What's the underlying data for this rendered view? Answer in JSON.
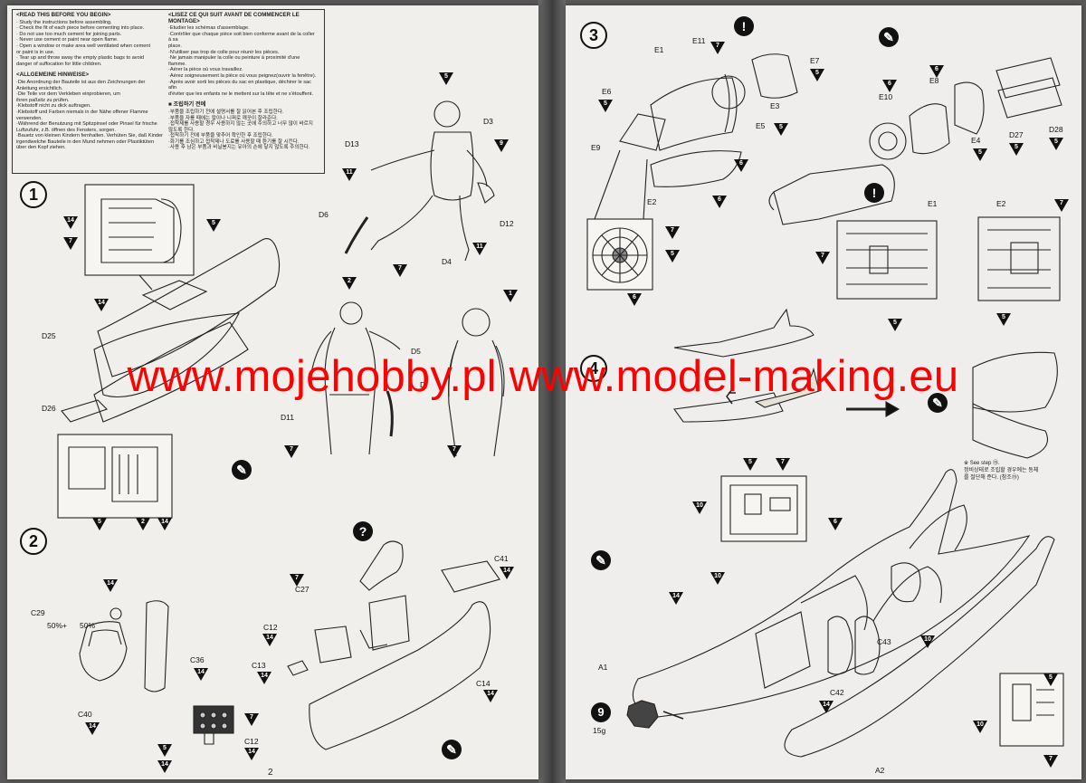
{
  "notes": {
    "en_title": "<READ THIS BEFORE YOU BEGIN>",
    "en_lines": [
      "· Study the instructions before assembling.",
      "· Check the fit of each piece before cementing into place.",
      "· Do not use too much cement for joining parts.",
      "· Never use cement or paint near open flame.",
      "· Open a window or make area well ventilated when cement",
      "  or paint is in use.",
      "· Tear up and throw away the empty plastic bags to avoid",
      "  danger of suffocation for little children."
    ],
    "de_title": "<ALLGEMEINE HINWEISE>",
    "de_lines": [
      "·Die Anordnung der Bauteile ist aus den Zeichnungen der",
      "  Anleitung ersichtlich.",
      "·Die Teile vor dem Verkleben einprobieren, um",
      "  ihren paßsitz zu prüfen.",
      "·Klebstoff nicht zu dick auftragen.",
      "·Klebstoff und Farben niemals in der Nähe offener Flamme",
      "  verwenden.",
      "·Während der Benutzung mit Spitzpinsel oder Pinsel für frische",
      "  Luftzufuhr, z.B. öffnen des Fensters, sorgen.",
      "·Bauetz von kleinen Kindern fernhalten. Verhüten Sie, daß Kinder",
      "  irgendwelche Bauteile in den Mund nehmen oder Plastiktüten",
      "  über den Kopf ziehen."
    ],
    "fr_title": "<LISEZ CE QUI SUIT AVANT DE COMMENCER LE MONTAGE>",
    "fr_lines": [
      "·Etudier les schémas d'assemblage.",
      "·Contrôler que chaque pièce soit bien conforme avant de la coller à sa",
      "  place.",
      "·N'utiliser pas trop de colle pour réunir les pièces.",
      "·Ne jamais manipuler la colle ou peinture à proximité d'une flamme.",
      "·Aérer la pièce où vous travaillez.",
      "·Aérez soigneusement la pièce où vous peignez(ouvrir la fenêtre).",
      "·Après avoir sorti les pièces du sac en plastique, déchirer le sac afin",
      "  d'éviter que les enfants ne le mettent sur la tête et ne s'étouffent."
    ],
    "kr_title": "■ 조립하기 전에",
    "kr_lines": [
      "·부품을 조립하기 전에 설명서를 잘 읽어본 후 조립한다.",
      "·부품을 자를 때에는 칼이나 니퍼로 깨끗이 잘라준다.",
      "·접착제를 사용할 경우 사용하지 않는 곳에 주의하고 너무 많이 바르지 않도록 한다.",
      "·접착하기 전에 부품을 맞추어 확인한 후 조립한다.",
      "·화기를 조심하고 접착제나 도료를 사용할 때 환기를 잘 시킨다.",
      "·사용 후 남은 부품과 비닐봉지는 유아의 손에 닿지 않도록 주의한다."
    ]
  },
  "steps": {
    "s1": "1",
    "s2": "2",
    "s3": "3",
    "s4": "4"
  },
  "labels": {
    "D3": "D3",
    "D13": "D13",
    "D6": "D6",
    "D12": "D12",
    "D4": "D4",
    "D25": "D25",
    "D26": "D26",
    "D5": "D5",
    "D11": "D11",
    "D7": "D",
    "C27": "C27",
    "C41": "C41",
    "C29": "C29",
    "C36": "C36",
    "C12a": "C12",
    "C13": "C13",
    "C14": "C14",
    "C40": "C40",
    "C12b": "C12",
    "pct1": "50%+",
    "pct2": "50%",
    "E1": "E1",
    "E11": "E11",
    "E7": "E7",
    "E6": "E6",
    "E3": "E3",
    "E5": "E5",
    "E9": "E9",
    "E2": "E2",
    "E10": "E10",
    "E8": "E8",
    "E4": "E4",
    "D27": "D27",
    "D28": "D28",
    "E1b": "E1",
    "E2b": "E2",
    "A1": "A1",
    "A2": "A2",
    "C43": "C43",
    "C42": "C42",
    "weight": "15g",
    "weight_badge": "9"
  },
  "warning": {
    "title": "※ See step ⑮.",
    "body": "정비상태로 조립할 경우에는 동체를 절단해 준다. (참조⑮)"
  },
  "page_number": "2",
  "watermark": "www.mojehobby.pl www.model-making.eu",
  "colors": {
    "paper": "#f1efec",
    "ink": "#111111",
    "watermark": "#ff0000",
    "background": "#5a5a5a"
  }
}
